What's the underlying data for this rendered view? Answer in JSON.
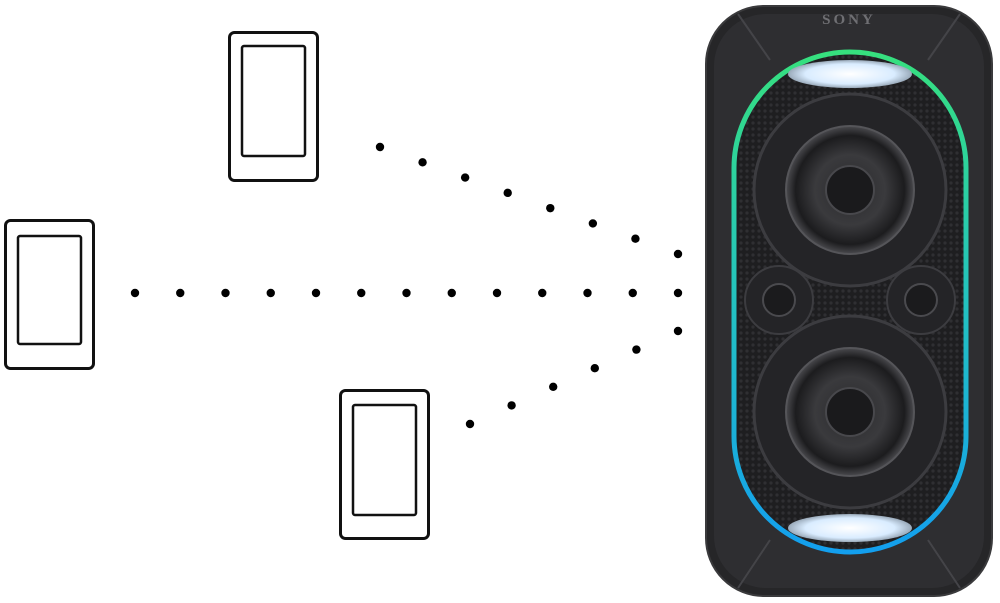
{
  "speaker": {
    "brand": "SONY",
    "body_color": "#2b2b2d",
    "ring_top_color": "#2fd98a",
    "ring_bottom_color": "#19a7e8",
    "light_color": "#eef6ff"
  },
  "devices": [
    {
      "id": "phone-top",
      "icon": "smartphone-icon"
    },
    {
      "id": "phone-left",
      "icon": "smartphone-icon"
    },
    {
      "id": "phone-bottom",
      "icon": "smartphone-icon"
    }
  ],
  "connections": {
    "count": 3,
    "style": "dotted",
    "dot_color": "#000000"
  }
}
